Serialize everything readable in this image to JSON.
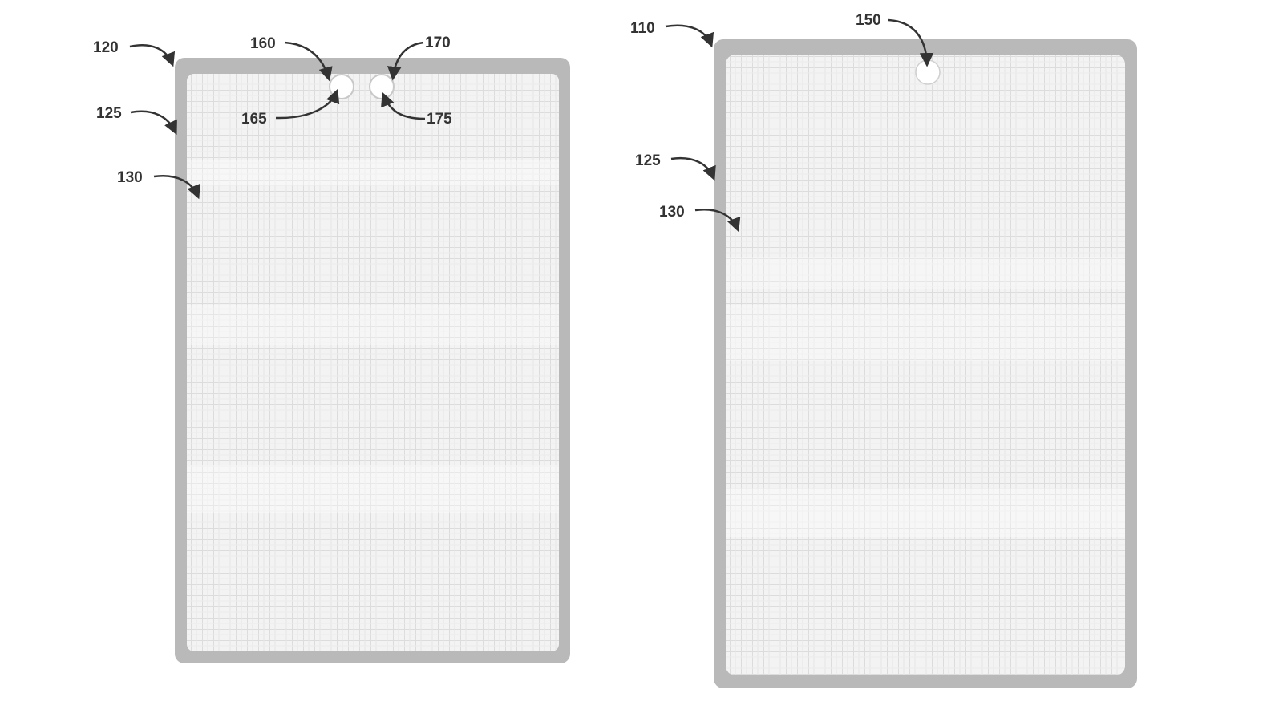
{
  "colors": {
    "frame": "#b9b9b9",
    "screen": "#f3f3f3",
    "grid": "#d6d6d6",
    "band": "#e9e9e9",
    "leader": "#333333",
    "label": "#333333",
    "background": "#ffffff"
  },
  "figures": [
    {
      "name": "device-with-dual-cutouts",
      "labels": {
        "device": "120",
        "frame": "125",
        "display": "130",
        "left_sensor_region": "160",
        "left_sensor": "165",
        "right_sensor_region": "170",
        "right_sensor": "175"
      }
    },
    {
      "name": "device-with-single-cutout",
      "labels": {
        "device": "110",
        "frame": "125",
        "display": "130",
        "cutout": "150"
      }
    }
  ]
}
